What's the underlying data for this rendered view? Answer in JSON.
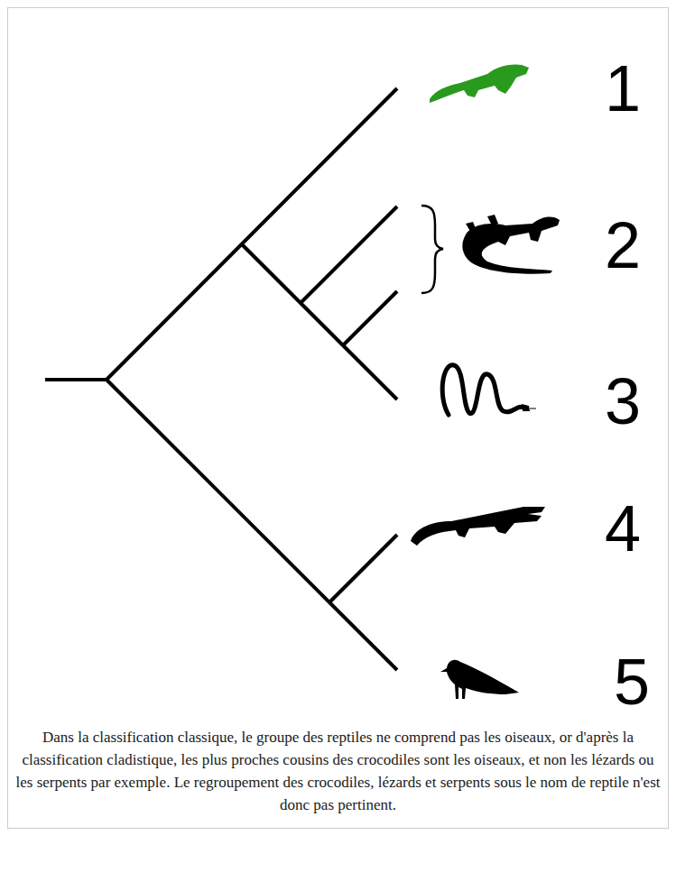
{
  "diagram": {
    "caption": "Dans la classification classique, le groupe des reptiles ne comprend pas les oiseaux, or d'après la classification cladistique, les plus proches cousins des crocodiles sont les oiseaux, et non les lézards ou les serpents par exemple. Le regroupement des crocodiles, lézards et serpents sous le nom de reptile n'est donc pas pertinent.",
    "labels": [
      "1",
      "2",
      "3",
      "4",
      "5"
    ]
  }
}
